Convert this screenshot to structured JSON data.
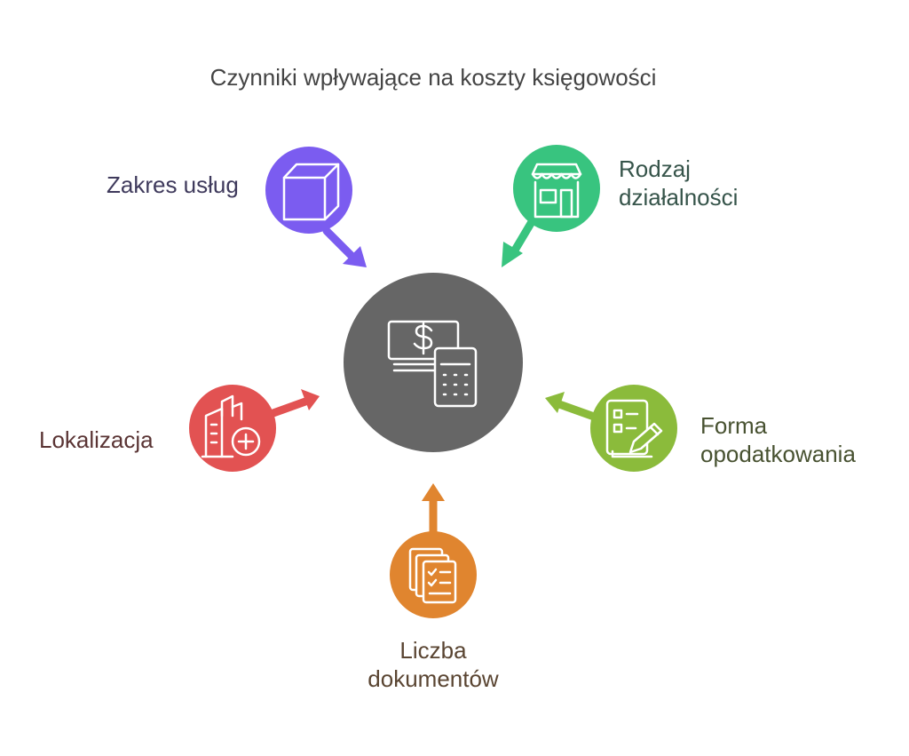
{
  "title": "Czynniki wpływające na koszty księgowości",
  "colors": {
    "center": "#666666",
    "purple": "#7b5cf0",
    "green": "#38c47f",
    "red": "#e25252",
    "lime": "#8bbb3b",
    "orange": "#e0852f"
  },
  "center_icon": "money-calculator-icon",
  "factors": [
    {
      "label": [
        "Zakres usług"
      ],
      "icon": "box-icon",
      "color": "purple"
    },
    {
      "label": [
        "Rodzaj",
        "działalności"
      ],
      "icon": "storefront-icon",
      "color": "green"
    },
    {
      "label": [
        "Lokalizacja"
      ],
      "icon": "buildings-plus-icon",
      "color": "red"
    },
    {
      "label": [
        "Forma",
        "opodatkowania"
      ],
      "icon": "checklist-pen-icon",
      "color": "lime"
    },
    {
      "label": [
        "Liczba",
        "dokumentów"
      ],
      "icon": "documents-checklist-icon",
      "color": "orange"
    }
  ]
}
